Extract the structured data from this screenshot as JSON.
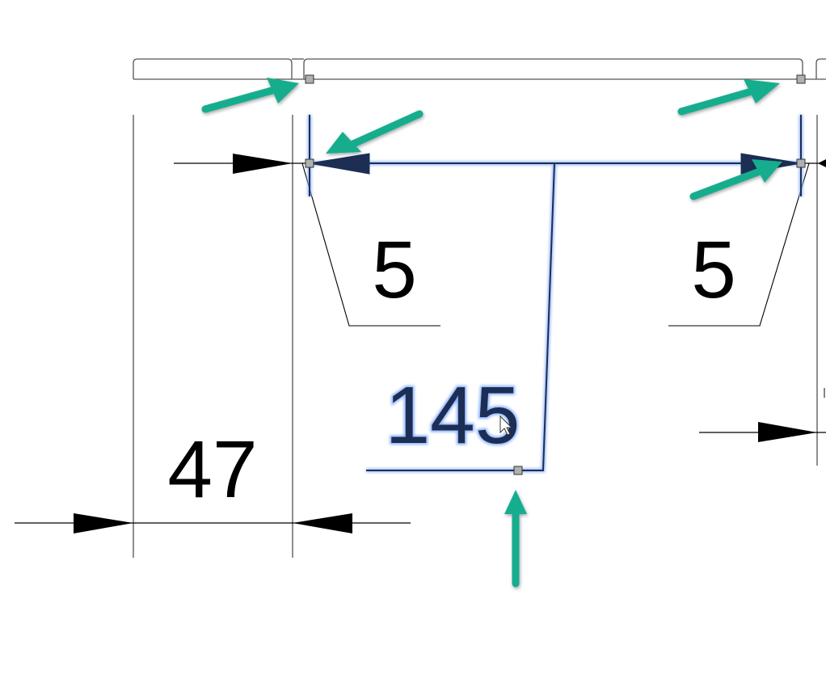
{
  "drawing": {
    "dimensions": {
      "width_47": "47",
      "gap_left": "5",
      "gap_right": "5",
      "selected_length": "145"
    },
    "colors": {
      "line": "#000000",
      "frame": "#555555",
      "selected": "#1c2e54",
      "selected_glow": "#8fb4ff",
      "grip": "#b0b0b0",
      "annotation_arrow": "#12ad8e"
    }
  }
}
